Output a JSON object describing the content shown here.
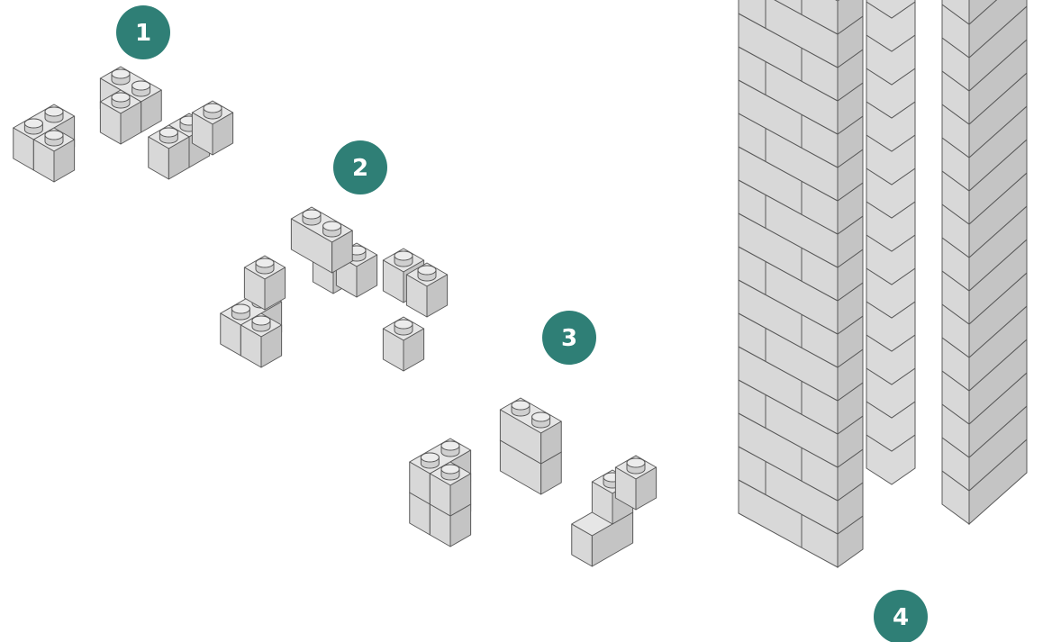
{
  "step_badges": [
    {
      "label": "1"
    },
    {
      "label": "2"
    },
    {
      "label": "3"
    },
    {
      "label": "4"
    }
  ],
  "colors": {
    "badge": "#2f7f76",
    "brick_top": "#e6e6e6",
    "brick_left": "#d8d8d8",
    "brick_right": "#c4c4c4",
    "outline": "#5a5a5a"
  }
}
